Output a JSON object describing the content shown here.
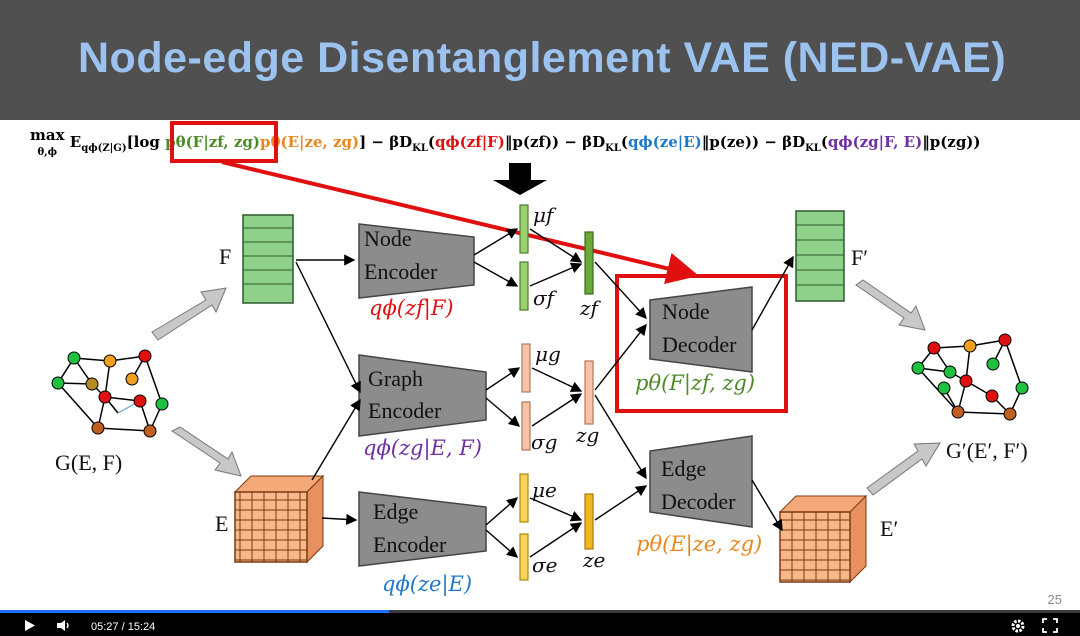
{
  "slide": {
    "title": "Node-edge Disentanglement VAE (NED-VAE)",
    "number": "25",
    "formula": {
      "max": "max",
      "max_sub": "θ,ϕ",
      "E": "E",
      "E_sub": "qϕ(Z|G)",
      "log": "[log ",
      "p_node": "pθ(F|zf, zg)",
      "p_edge": "pθ(E|ze, zg)",
      "kl1_pre": "] − βD",
      "kl_sub": "KL",
      "kl1_q": "qϕ(zf|F)",
      "kl1_p": "‖p(zf)) − βD",
      "kl2_q": "qϕ(ze|E)",
      "kl2_p": "‖p(ze)) − βD",
      "kl3_q": "qϕ(zg|F, E)",
      "kl3_p": "‖p(zg))"
    },
    "labels": {
      "F": "F",
      "E": "E",
      "G": "G(E, F)",
      "F_prime": "F′",
      "E_prime": "E′",
      "G_prime": "G′(E′, F′)"
    },
    "encoders": {
      "node": {
        "line1": "Node",
        "line2": "Encoder",
        "dist": "qϕ(zf|F)"
      },
      "graph": {
        "line1": "Graph",
        "line2": "Encoder",
        "dist": "qϕ(zg|E, F)"
      },
      "edge": {
        "line1": "Edge",
        "line2": "Encoder",
        "dist": "qϕ(ze|E)"
      }
    },
    "decoders": {
      "node": {
        "line1": "Node",
        "line2": "Decoder",
        "dist": "pθ(F|zf, zg)"
      },
      "edge": {
        "line1": "Edge",
        "line2": "Decoder",
        "dist": "pθ(E|ze, zg)"
      }
    },
    "latents": {
      "mu_f": "μf",
      "sigma_f": "σf",
      "z_f": "zf",
      "mu_g": "μg",
      "sigma_g": "σg",
      "z_g": "zg",
      "mu_e": "μe",
      "sigma_e": "σe",
      "z_e": "ze"
    }
  },
  "player": {
    "time": "05:27 / 15:24",
    "progress": 0.36,
    "icons": [
      "play-icon",
      "volume-icon",
      "settings-icon",
      "fullscreen-icon"
    ]
  },
  "colors": {
    "title": "#9cc2f0",
    "green": "#4e8a2a",
    "orange": "#e8871e",
    "red": "#e01010",
    "blue": "#1f78c8",
    "purple": "#7030a0"
  }
}
